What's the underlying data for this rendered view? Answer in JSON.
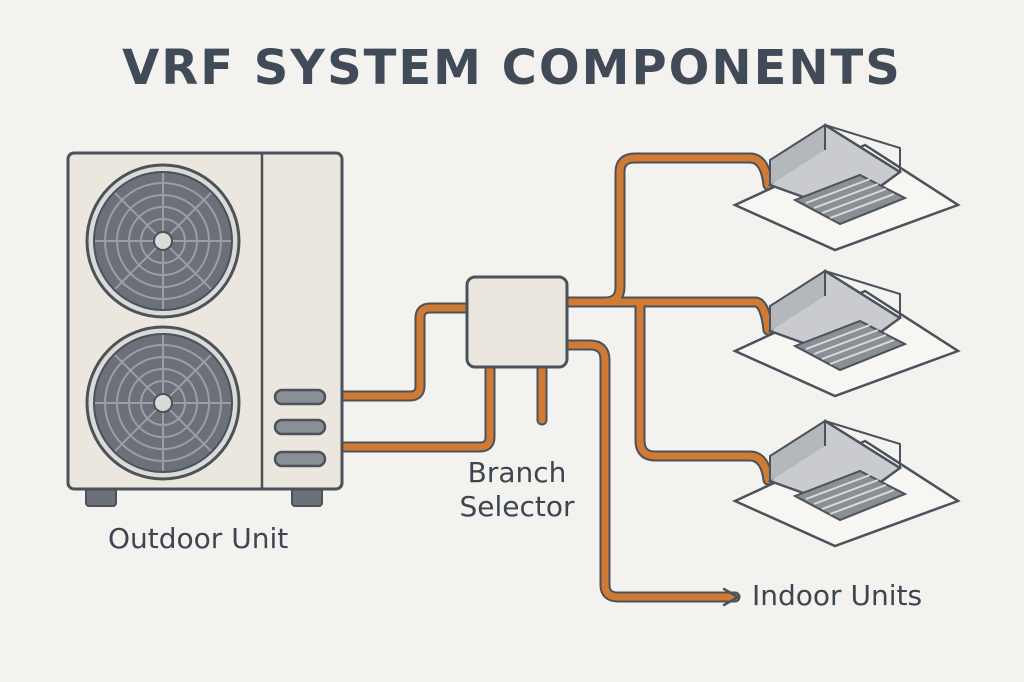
{
  "title": "VRF SYSTEM COMPONENTS",
  "labels": {
    "outdoor_unit": "Outdoor Unit",
    "branch_selector_line1": "Branch",
    "branch_selector_line2": "Selector",
    "indoor_units": "Indoor Units"
  },
  "colors": {
    "background": "#f3f2ef",
    "pipe": "#d07a33",
    "outline": "#4b525b",
    "unit_body": "#ece7de",
    "fan": "#6b7079",
    "cassette_top": "#c9cbcf",
    "grille": "#8a8e95"
  },
  "indoor_unit_count": 3
}
